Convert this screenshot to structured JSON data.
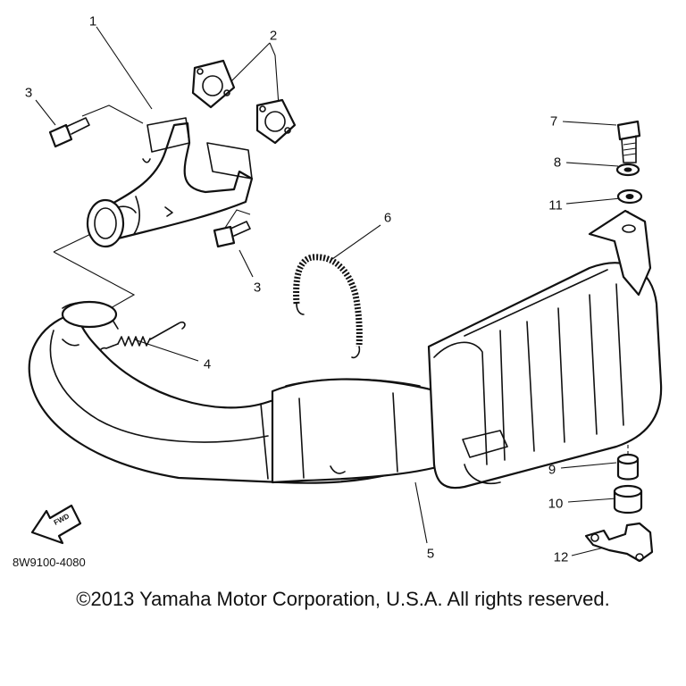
{
  "callouts": [
    {
      "id": "1",
      "label": "1"
    },
    {
      "id": "2",
      "label": "2"
    },
    {
      "id": "3a",
      "label": "3"
    },
    {
      "id": "3b",
      "label": "3"
    },
    {
      "id": "4",
      "label": "4"
    },
    {
      "id": "5",
      "label": "5"
    },
    {
      "id": "6",
      "label": "6"
    },
    {
      "id": "7",
      "label": "7"
    },
    {
      "id": "8",
      "label": "8"
    },
    {
      "id": "9",
      "label": "9"
    },
    {
      "id": "10",
      "label": "10"
    },
    {
      "id": "11",
      "label": "11"
    },
    {
      "id": "12",
      "label": "12"
    }
  ],
  "fwd_badge": "FWD",
  "part_code": "8W9100-4080",
  "copyright": "©2013 Yamaha Motor Corporation, U.S.A. All rights reserved.",
  "colors": {
    "ink": "#111111",
    "background": "#ffffff"
  }
}
